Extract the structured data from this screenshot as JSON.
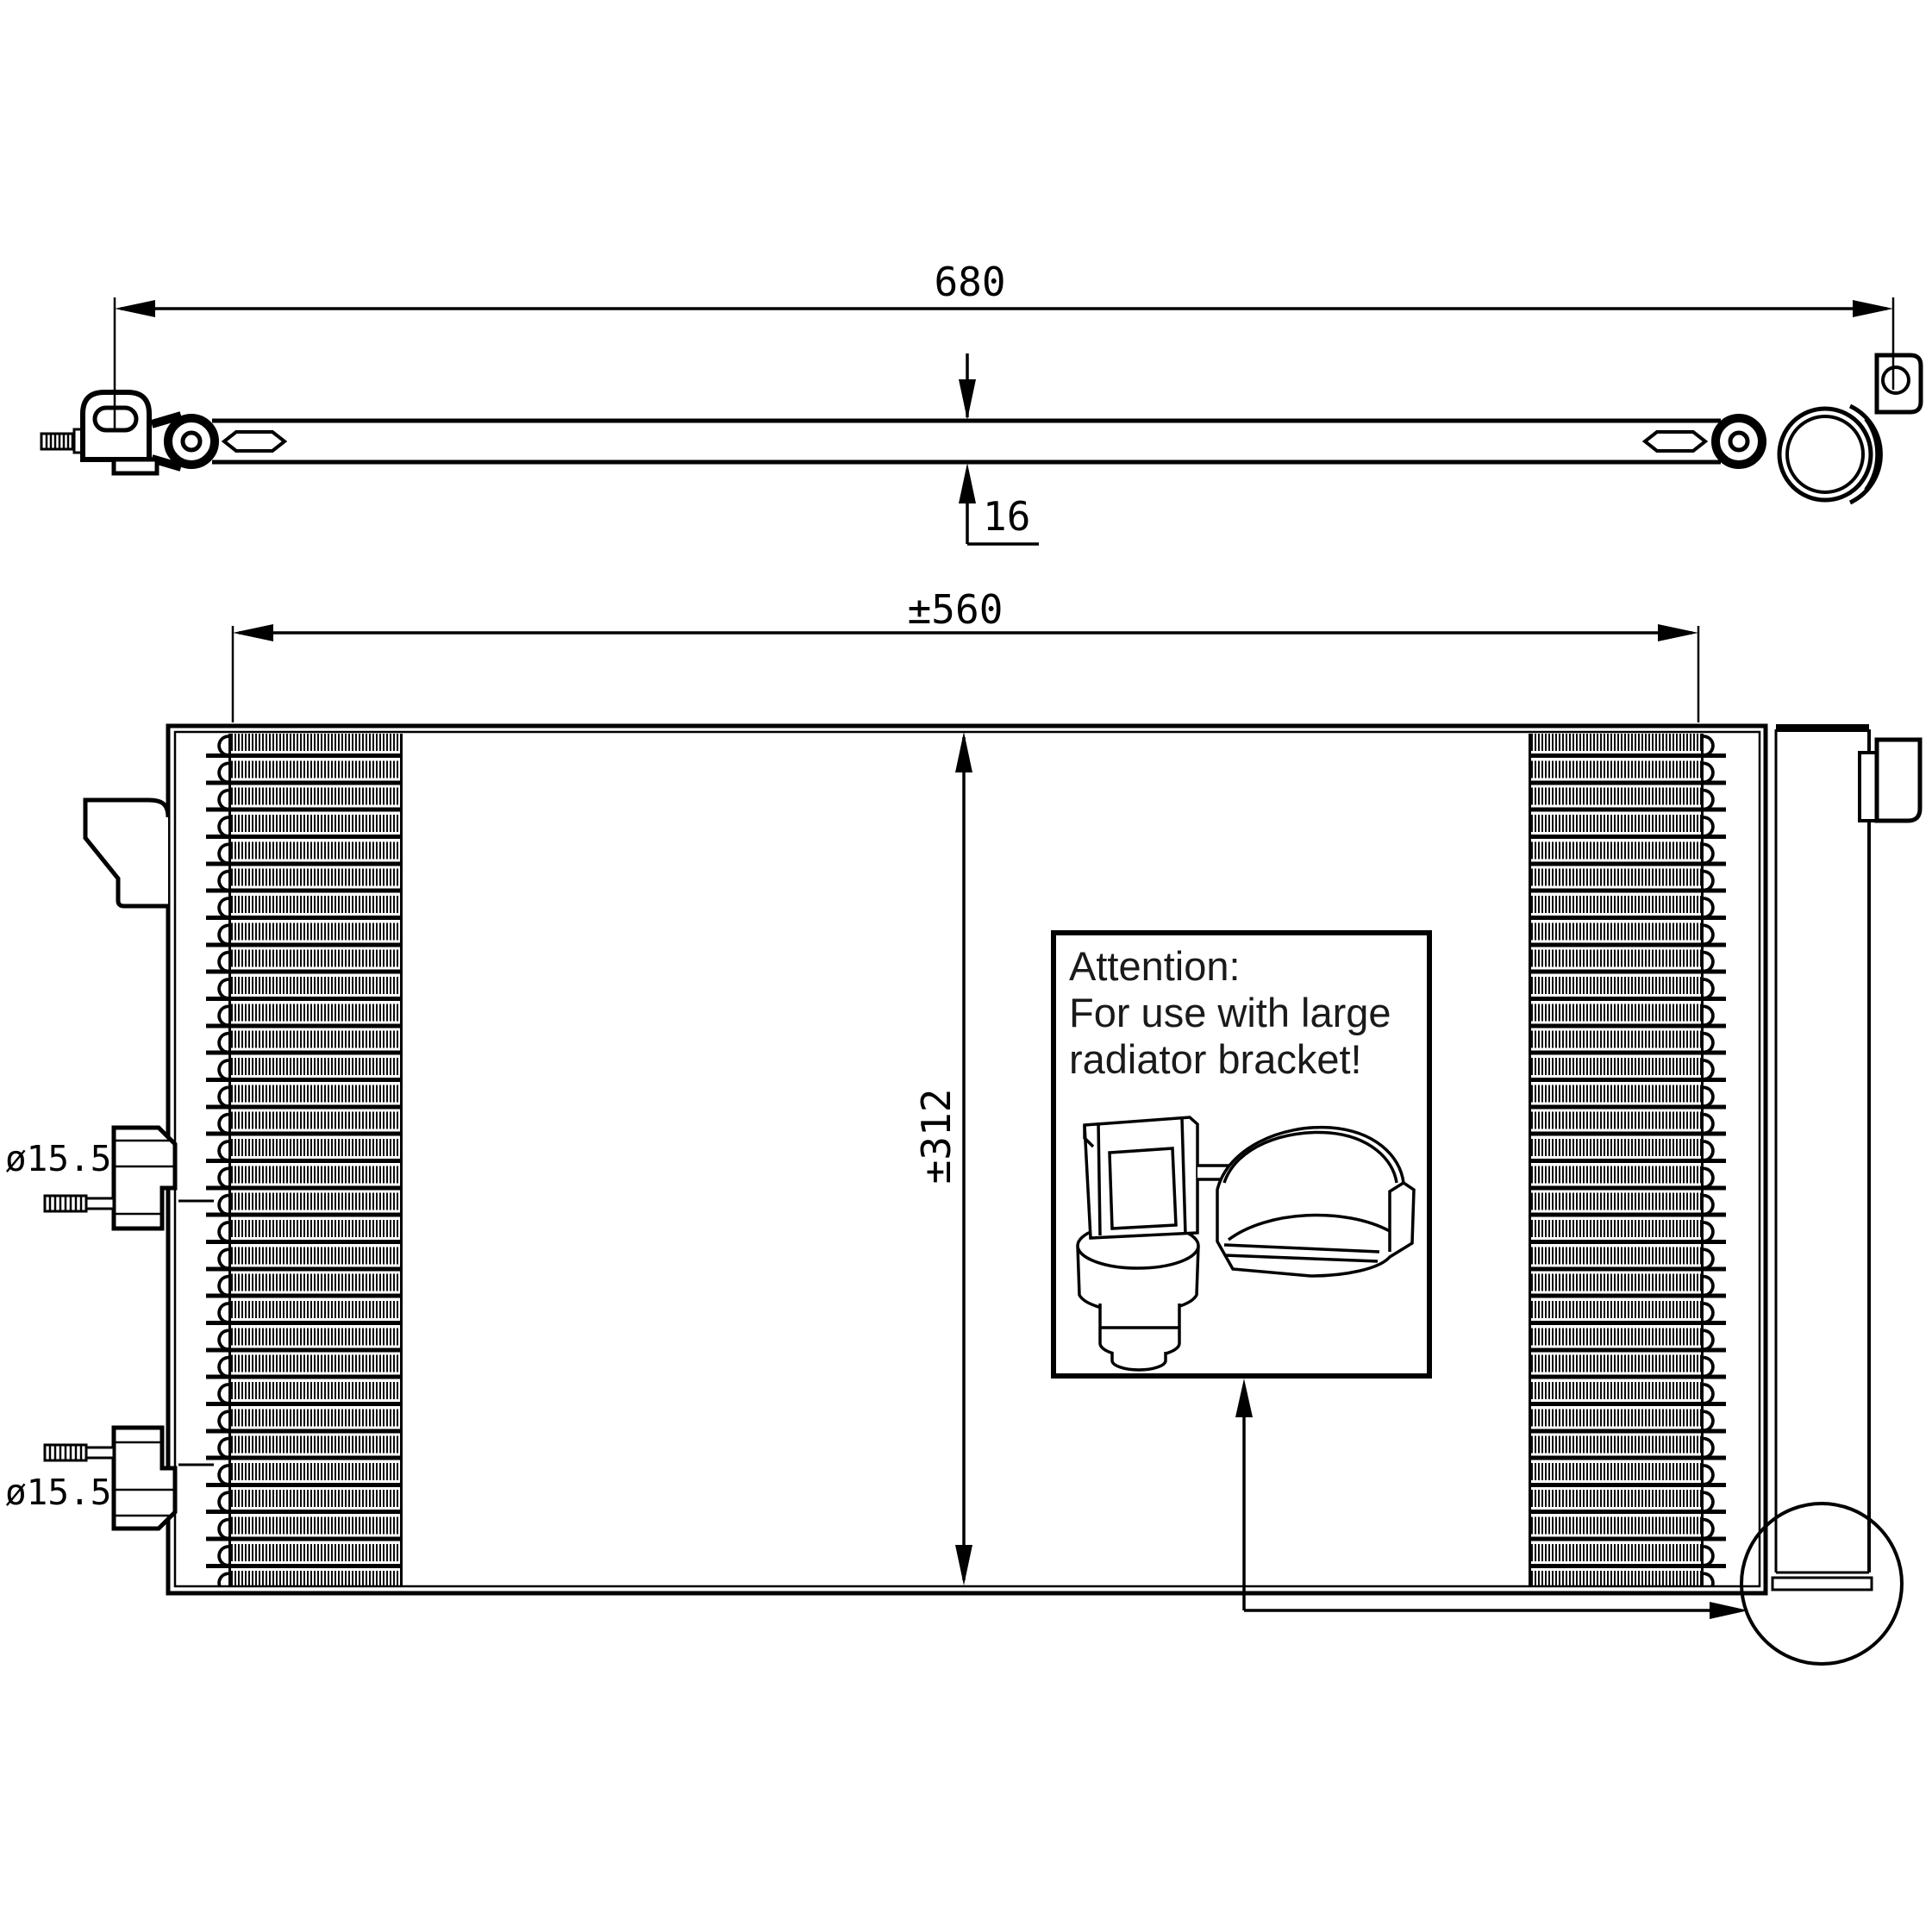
{
  "dimensions": {
    "overall_width": "680",
    "thickness": "16",
    "core_width": "±560",
    "core_height": "±312"
  },
  "ports": {
    "upper_diameter": "ø15.5",
    "lower_diameter": "ø15.5"
  },
  "attention_note": {
    "line1": "Attention:",
    "line2": "For use with large",
    "line3": "radiator bracket!"
  },
  "colors": {
    "line": "#000000",
    "background": "#ffffff"
  }
}
